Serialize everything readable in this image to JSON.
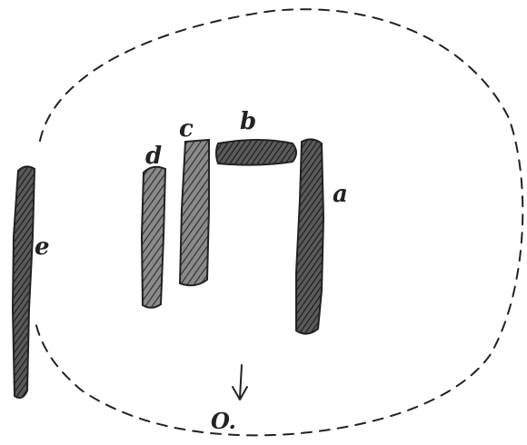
{
  "colors": {
    "paper": "#ffffff",
    "ink": "#222222",
    "bar_fill": "#6b6b6b",
    "bar_hatch": "#2a2a2a"
  },
  "labels": {
    "a": "a",
    "b": "b",
    "c": "c",
    "d": "d",
    "e": "e",
    "o": "O."
  },
  "markers": {
    "observer_arrow": "down-arrow-icon"
  }
}
